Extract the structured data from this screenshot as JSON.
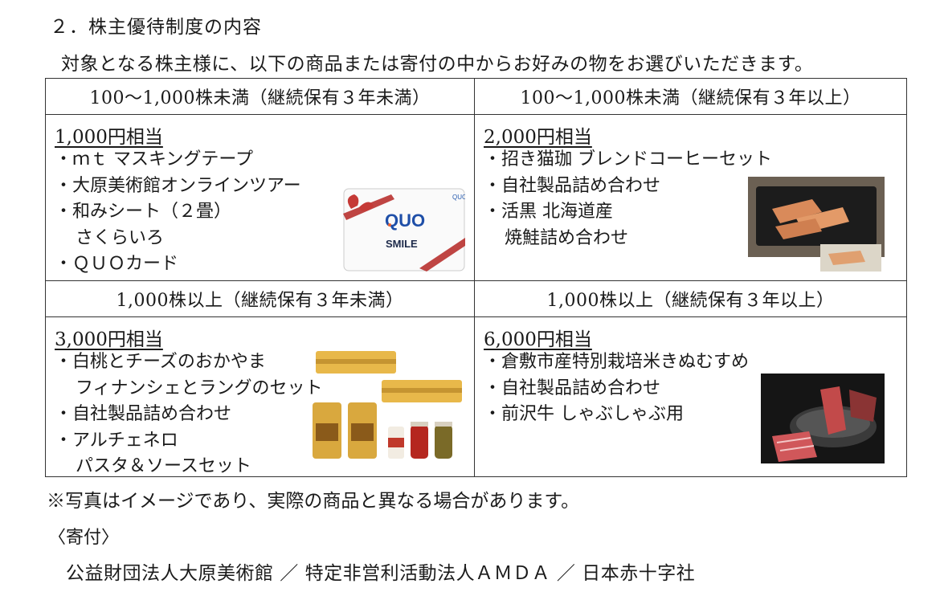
{
  "heading": "２．株主優待制度の内容",
  "intro": "対象となる株主様に、以下の商品または寄付の中からお好みの物をお選びいただきます。",
  "table": {
    "headers": [
      "100～1,000株未満（継続保有３年未満）",
      "100～1,000株未満（継続保有３年以上）",
      "1,000株以上（継続保有３年未満）",
      "1,000株以上（継続保有３年以上）"
    ],
    "cells": [
      {
        "tier": "1,000円相当",
        "items": [
          "・ｍｔ マスキングテープ",
          "・大原美術館オンラインツアー",
          "・和みシート（２畳）",
          "さくらいろ",
          "・ＱＵＯカード"
        ],
        "image": {
          "icon": "quo-card-image",
          "text_top": "QUO",
          "text_mid": "QUO",
          "text_bottom": "SMILE"
        }
      },
      {
        "tier": "2,000円相当",
        "items": [
          "・招き猫珈 ブレンドコーヒーセット",
          "・自社製品詰め合わせ",
          "・活黒 北海道産",
          "焼鮭詰め合わせ"
        ],
        "image": {
          "icon": "grilled-salmon-photo"
        }
      },
      {
        "tier": "3,000円相当",
        "items": [
          "・白桃とチーズのおかやま",
          "フィナンシェとラングのセット",
          "・自社製品詰め合わせ",
          "・アルチェネロ",
          "パスタ＆ソースセット"
        ],
        "image": {
          "icon": "pasta-sauce-photo"
        }
      },
      {
        "tier": "6,000円相当",
        "items": [
          "・倉敷市産特別栽培米きぬむすめ",
          "・自社製品詰め合わせ",
          "・前沢牛 しゃぶしゃぶ用"
        ],
        "image": {
          "icon": "shabu-shabu-beef-photo"
        }
      }
    ]
  },
  "note": "※写真はイメージであり、実際の商品と異なる場合があります。",
  "donation": {
    "label": "〈寄付〉",
    "orgs": "公益財団法人大原美術館 ／ 特定非営利活動法人ＡＭＤＡ ／ 日本赤十字社"
  }
}
